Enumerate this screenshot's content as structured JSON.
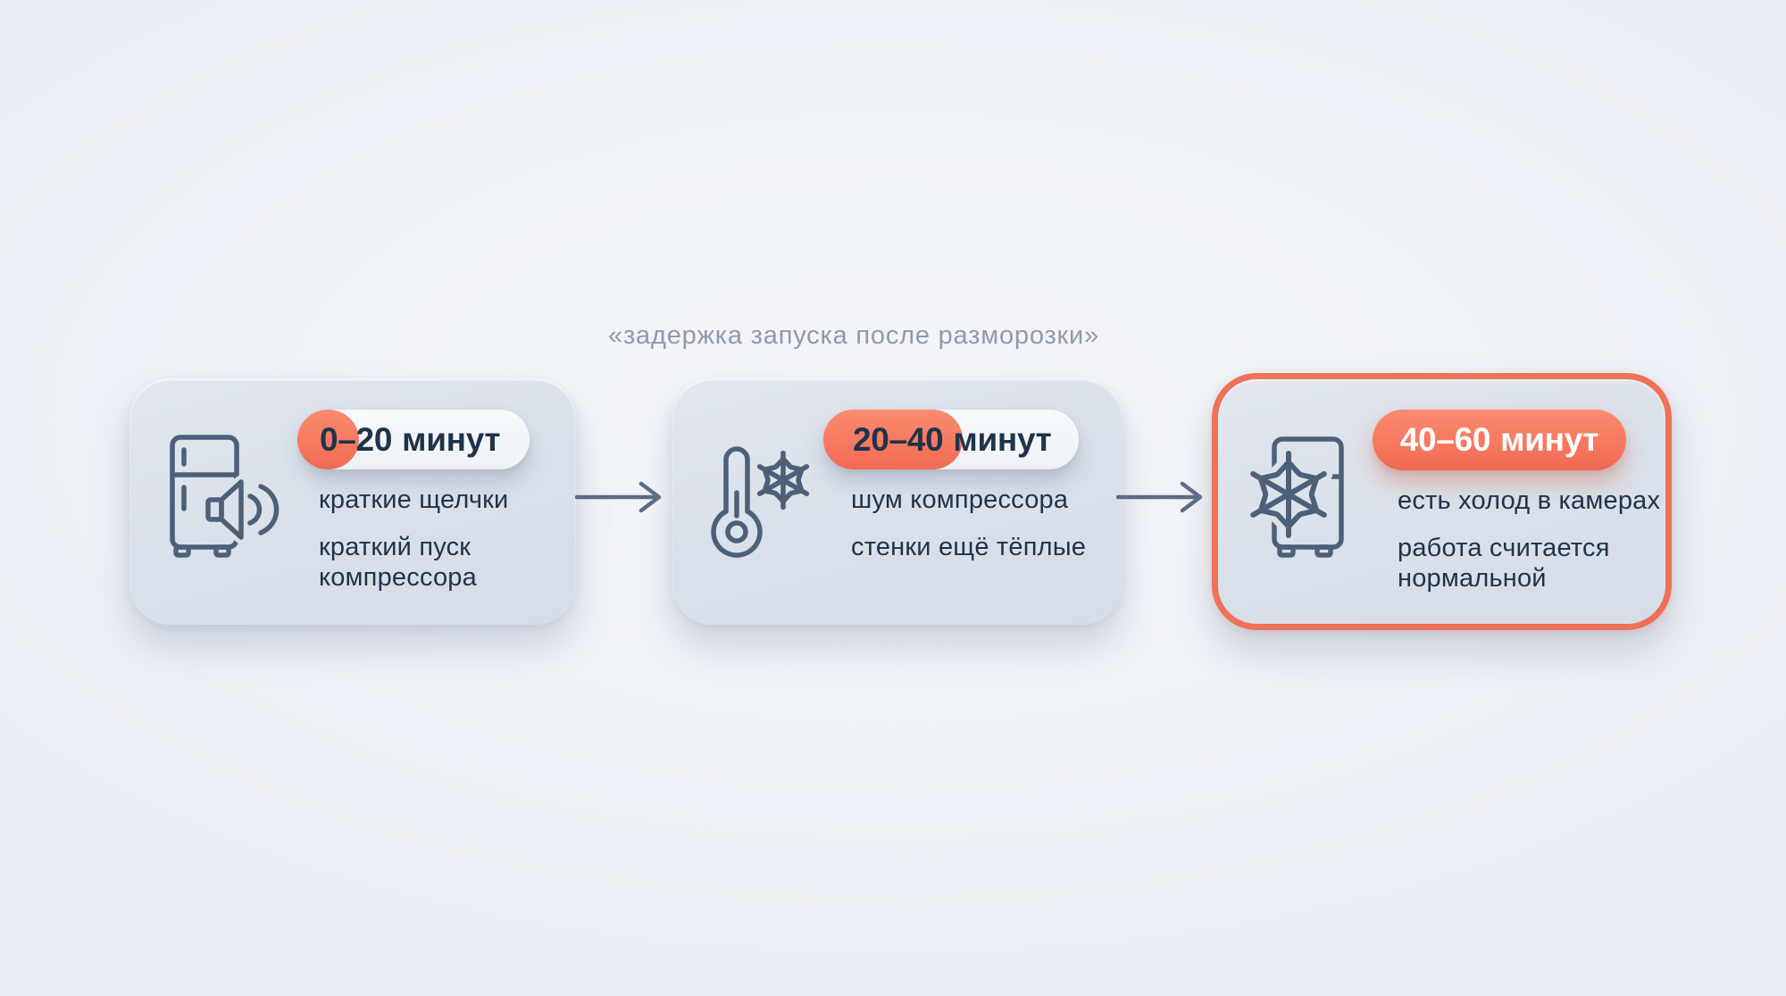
{
  "title": "«задержка запуска после разморозки»",
  "colors": {
    "accent_orange": "#F4715A",
    "highlight_border": "#ED7257",
    "navy_text": "#1F3349",
    "icon_slate": "#4D6078",
    "card_background": "#DCE2EA",
    "page_background": "#EEF1F6",
    "arrow": "#5D6C83",
    "title_gray": "#8E9AAC"
  },
  "flow": {
    "arrow_icon": "arrow-right-icon"
  },
  "steps": [
    {
      "icon": "fridge-sound-icon",
      "badge": {
        "range": "0–20",
        "unit": "минут"
      },
      "lines": [
        "краткие щелчки",
        "краткий пуск компрессора"
      ],
      "highlighted": false
    },
    {
      "icon": "thermometer-snowflake-icon",
      "badge": {
        "range": "20–40",
        "unit": "минут"
      },
      "lines": [
        "шум компрессора",
        "стенки ещё тёплые"
      ],
      "highlighted": false
    },
    {
      "icon": "snowflake-fridge-icon",
      "badge": {
        "range": "40–60",
        "unit": "минут"
      },
      "lines": [
        "есть холод в камерах",
        "работа считается нормальной"
      ],
      "highlighted": true
    }
  ]
}
